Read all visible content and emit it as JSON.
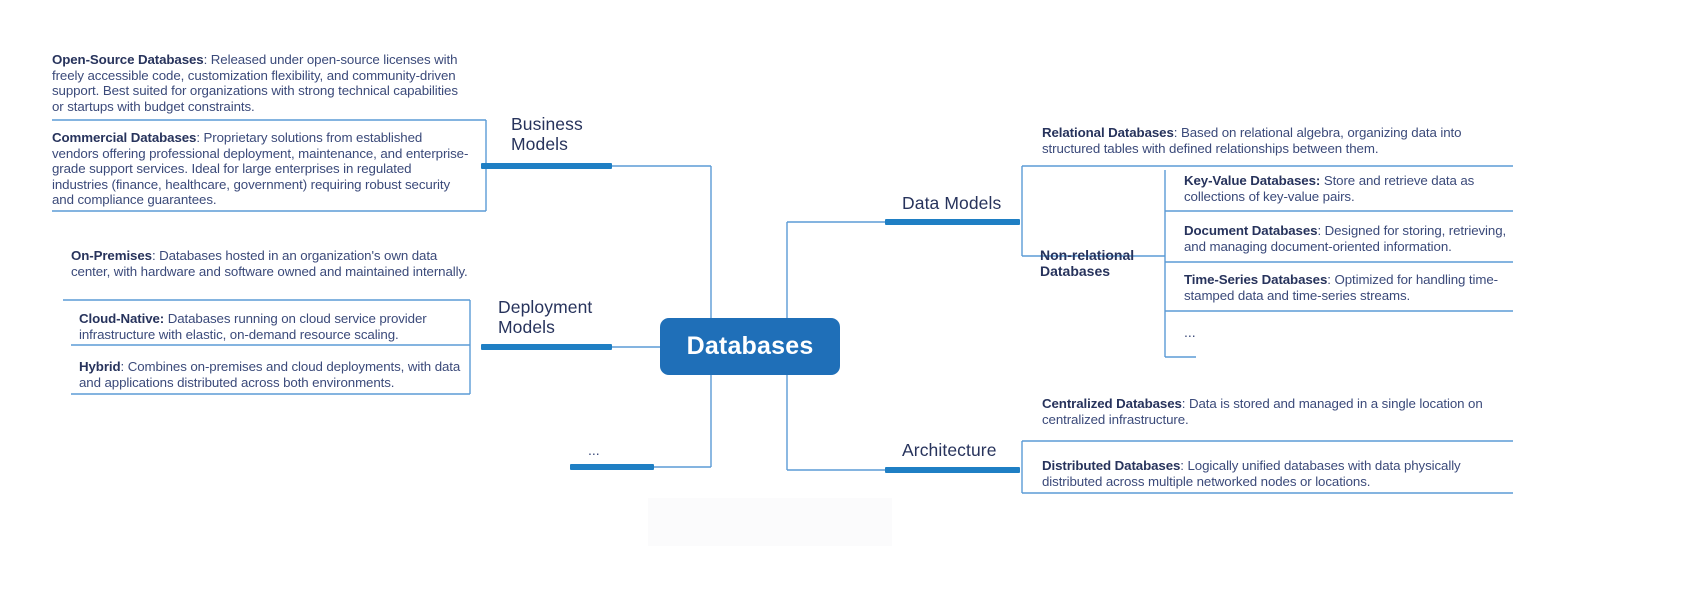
{
  "central": {
    "label": "Databases"
  },
  "branches": {
    "business_models": {
      "label": "Business\nModels",
      "items": [
        {
          "title": "Open-Source Databases",
          "text": ": Released under open-source licenses with freely accessible code, customization flexibility, and community-driven support. Best suited for organizations with strong technical capabilities or startups with budget constraints."
        },
        {
          "title": "Commercial Databases",
          "text": ": Proprietary solutions from established vendors offering professional deployment, maintenance, and enterprise-grade support services. Ideal for large enterprises in regulated industries (finance, healthcare, government) requiring robust security and compliance guarantees."
        }
      ]
    },
    "deployment_models": {
      "label": "Deployment\nModels",
      "items": [
        {
          "title": "On-Premises",
          "text": ": Databases hosted in an organization's own data center, with hardware and software owned and maintained internally."
        },
        {
          "title": "Cloud-Native:",
          "text": " Databases running on cloud service provider infrastructure with elastic, on-demand resource scaling."
        },
        {
          "title": "Hybrid",
          "text": ": Combines on-premises and cloud deployments, with data and applications distributed across both environments."
        }
      ]
    },
    "data_models": {
      "label": "Data Models",
      "items": [
        {
          "title": "Relational Databases",
          "text": ": Based on relational algebra, organizing data into structured tables with defined relationships between them."
        }
      ],
      "sub_branch": {
        "label": "Non-relational\nDatabases",
        "items": [
          {
            "title": "Key-Value Databases:",
            "text": " Store and retrieve data as collections of key-value pairs."
          },
          {
            "title": "Document Databases",
            "text": ": Designed for storing, retrieving, and managing document-oriented information."
          },
          {
            "title": "Time-Series Databases",
            "text": ": Optimized for handling time-stamped data and time-series streams."
          },
          {
            "title": "",
            "text": "..."
          }
        ]
      }
    },
    "architecture": {
      "label": "Architecture",
      "items": [
        {
          "title": "Centralized Databases",
          "text": ": Data is stored and managed in a single location on centralized infrastructure."
        },
        {
          "title": "Distributed Databases",
          "text": ": Logically unified databases with data physically distributed across multiple networked nodes or locations."
        }
      ]
    },
    "more": {
      "label": "..."
    }
  },
  "colors": {
    "central_fill": "#1f6fb8",
    "central_text": "#ffffff",
    "accent_stub": "#1f7fc4",
    "wire": "#5b9bd5",
    "wire_dark": "#2f75b5",
    "body_text": "#3b4a7a",
    "title_text": "#27335c"
  }
}
